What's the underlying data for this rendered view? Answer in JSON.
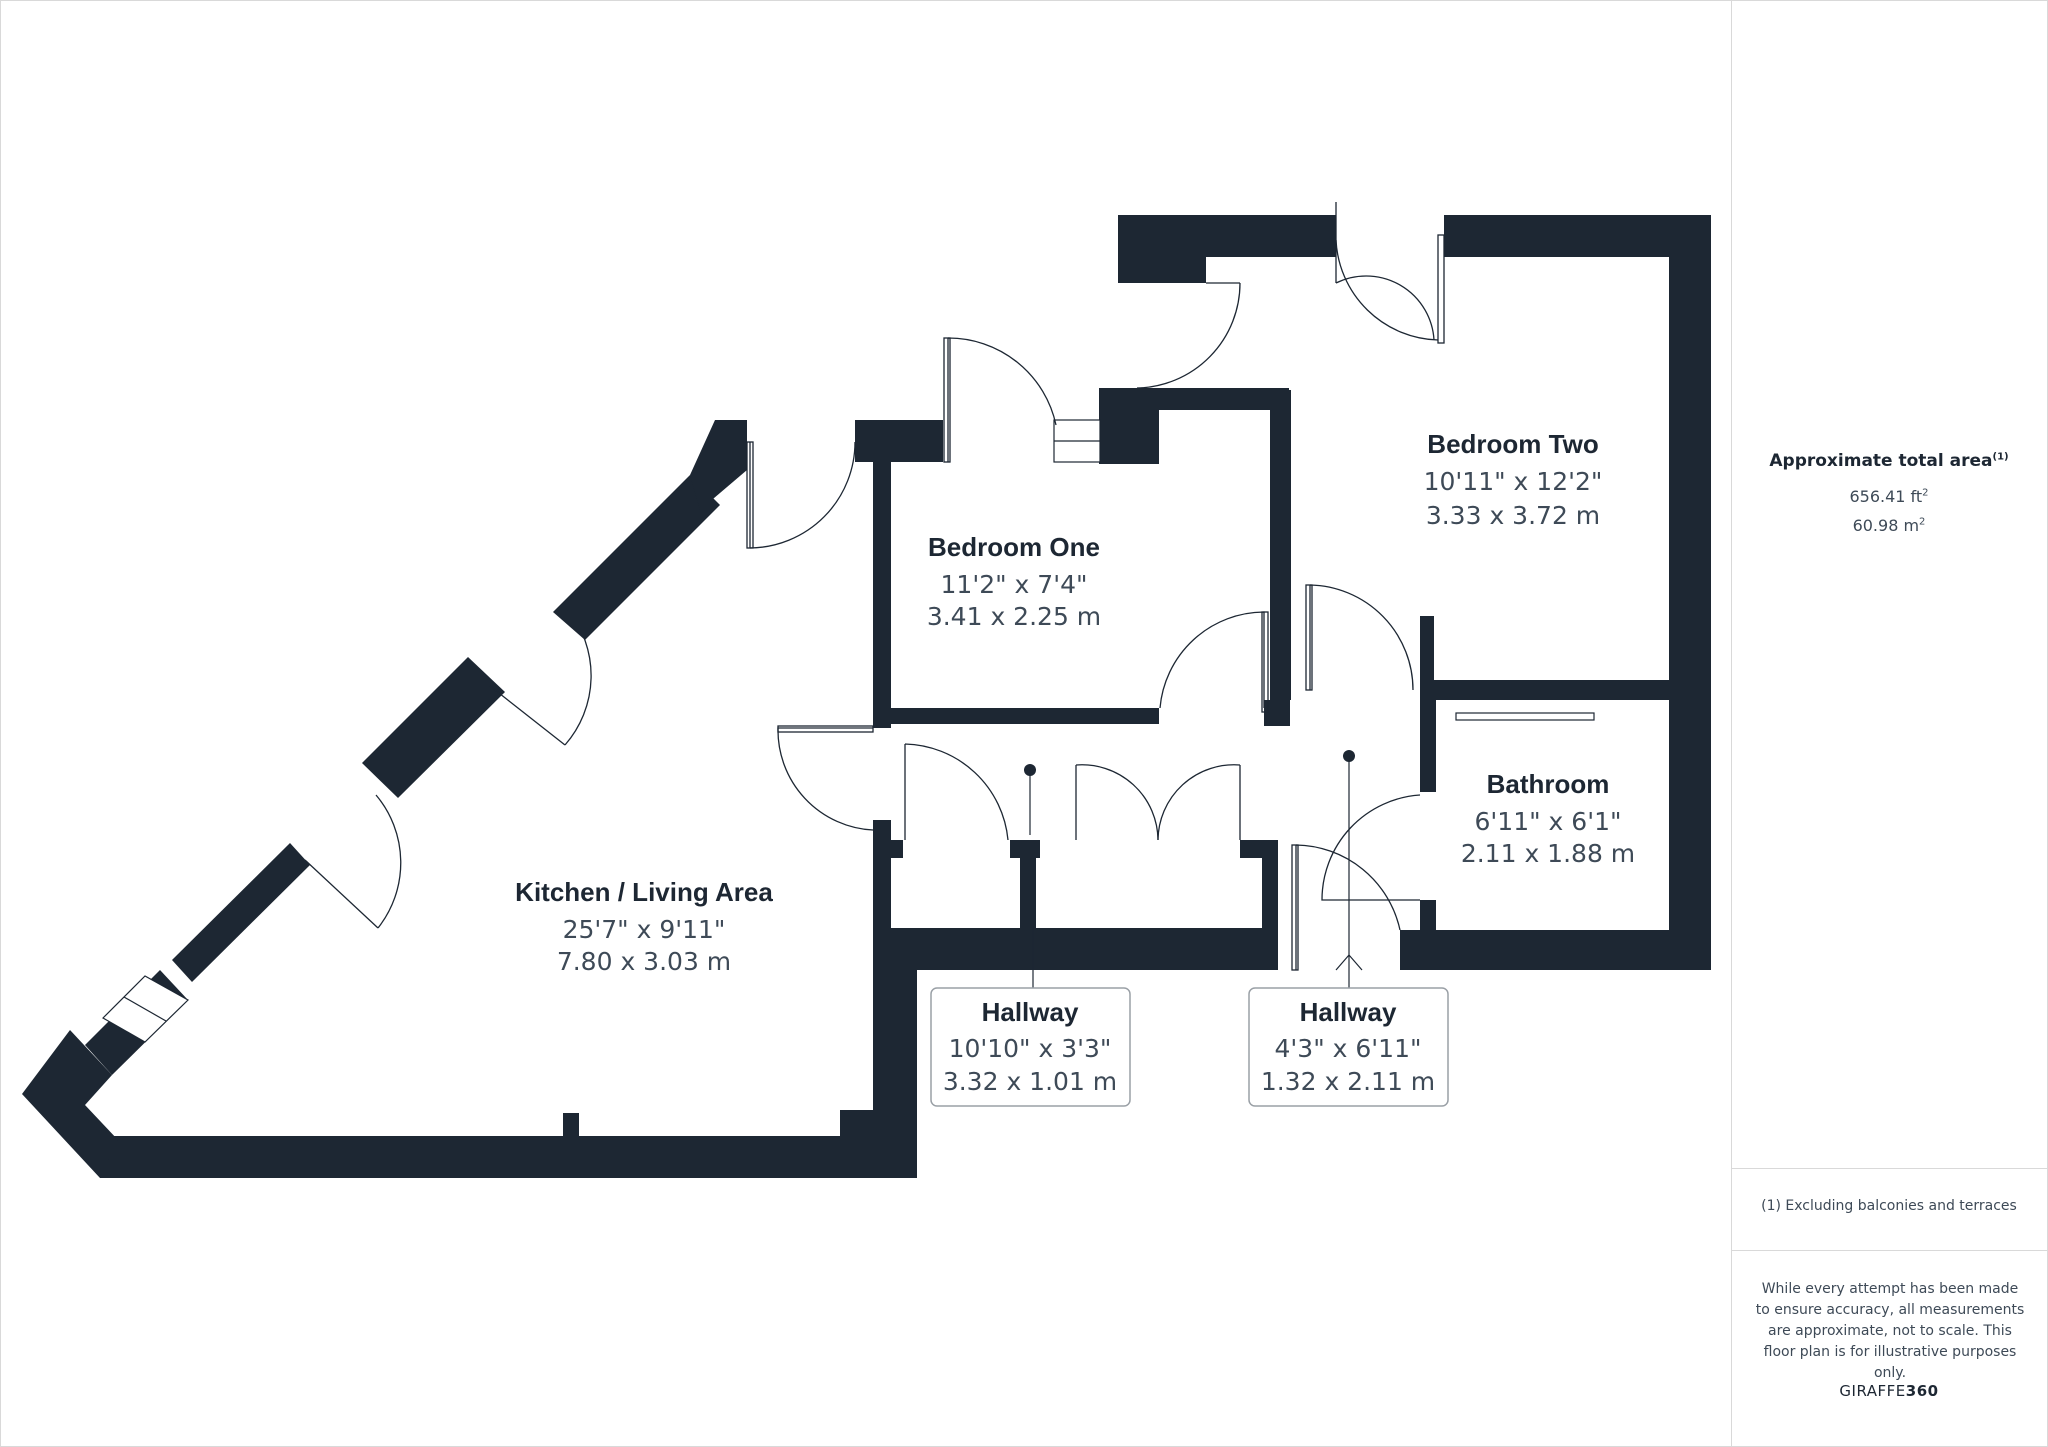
{
  "rooms": {
    "bedroom_two": {
      "name": "Bedroom Two",
      "imperial": "10'11\" x 12'2\"",
      "metric": "3.33 x 3.72 m"
    },
    "bedroom_one": {
      "name": "Bedroom One",
      "imperial": "11'2\" x 7'4\"",
      "metric": "3.41 x 2.25 m"
    },
    "bathroom": {
      "name": "Bathroom",
      "imperial": "6'11\" x 6'1\"",
      "metric": "2.11 x 1.88 m"
    },
    "kitchen": {
      "name": "Kitchen / Living Area",
      "imperial": "25'7\" x 9'11\"",
      "metric": "7.80 x 3.03 m"
    },
    "hallway_one": {
      "name": "Hallway",
      "imperial": "10'10\" x 3'3\"",
      "metric": "3.32 x 1.01 m"
    },
    "hallway_two": {
      "name": "Hallway",
      "imperial": "4'3\" x 6'11\"",
      "metric": "1.32 x 2.11 m"
    }
  },
  "side_panel": {
    "area_title": "Approximate total area",
    "area_title_note": "(1)",
    "area_ft": "656.41 ft",
    "area_ft_sup": "2",
    "area_m": "60.98 m",
    "area_m_sup": "2",
    "footnote": "(1) Excluding balconies and terraces",
    "disclaimer": "While every attempt has been made to ensure accuracy, all measurements are approximate, not to scale. This floor plan is for illustrative purposes only.",
    "brand_light": "GIRAFFE",
    "brand_bold": "360"
  },
  "colors": {
    "wall": "#1d2733",
    "text_primary": "#1d2733",
    "text_secondary": "#3e4a57",
    "divider": "#d9d9d9"
  }
}
